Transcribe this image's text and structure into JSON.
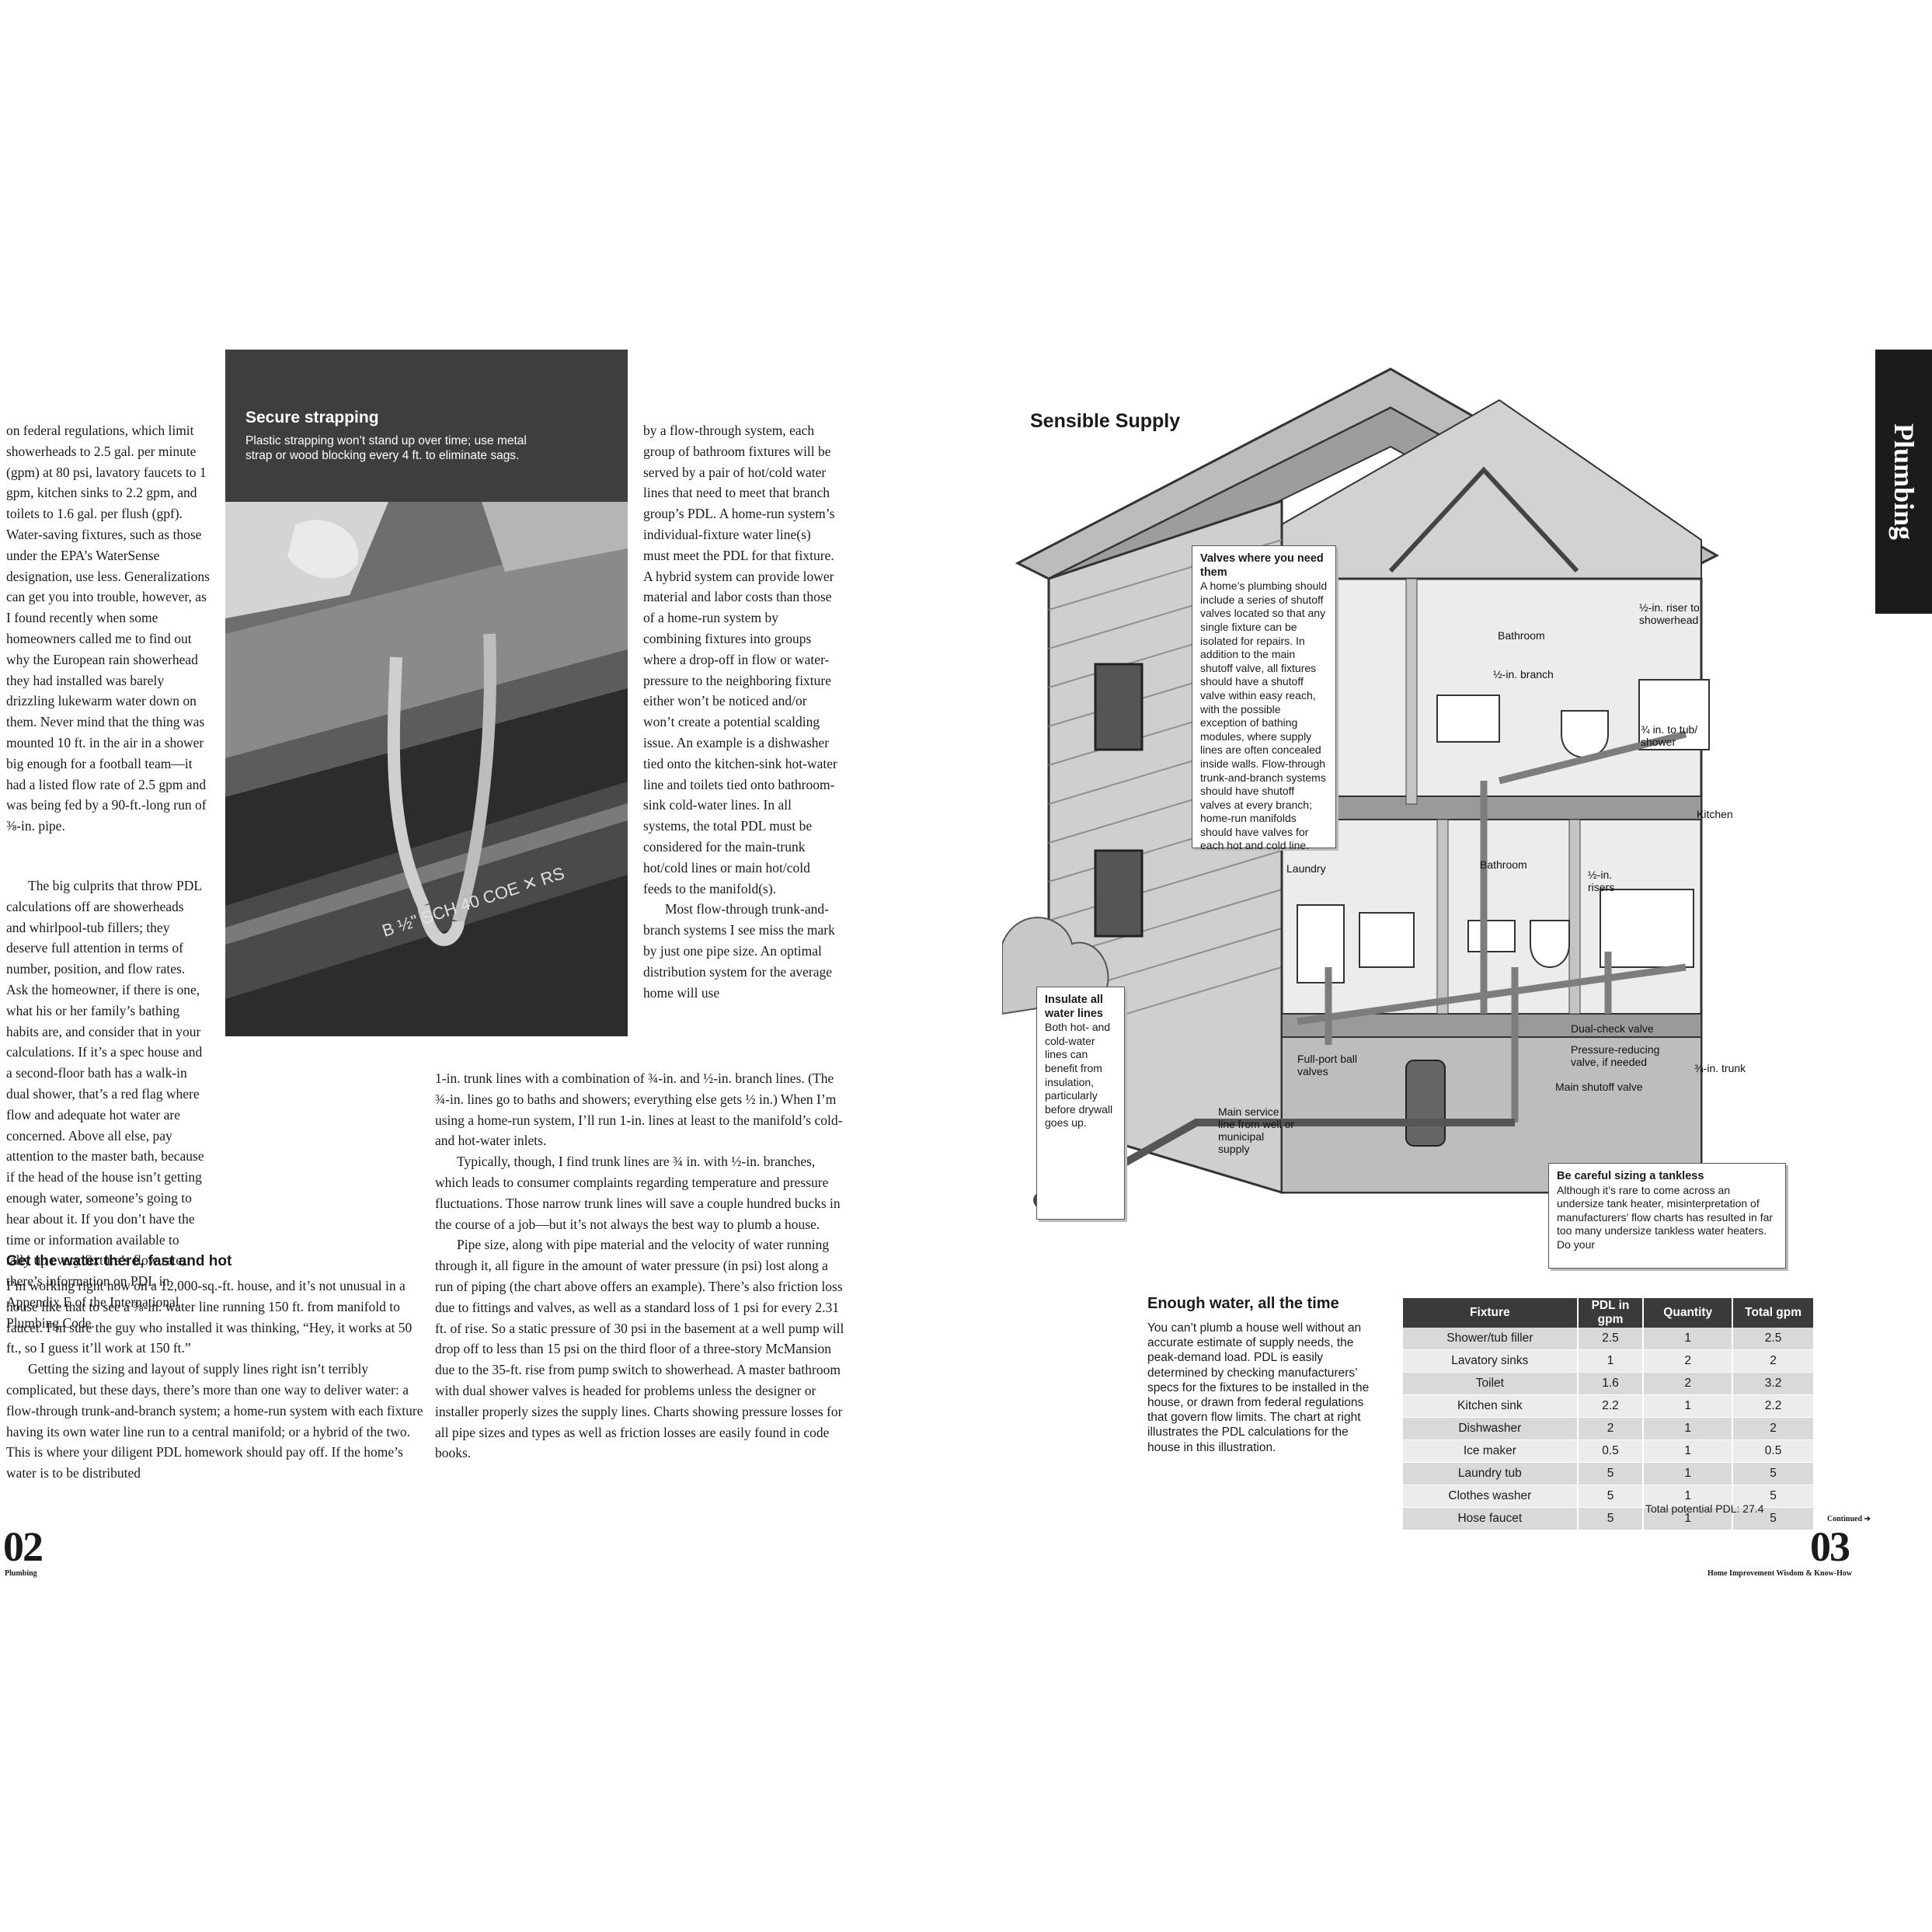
{
  "left_page": {
    "col1": [
      "on federal regulations, which limit showerheads to 2.5 gal. per minute (gpm) at 80 psi, lavatory faucets to 1 gpm, kitchen sinks to 2.2 gpm, and toilets to 1.6 gal. per flush (gpf). Water-saving fixtures, such as those under the EPA’s WaterSense designation, use less. Generalizations can get you into trouble, however, as I found recently when some homeowners called me to find out why the European rain showerhead they had installed was barely drizzling lukewarm water down on them. Never mind that the thing was mounted 10 ft. in the air in a shower big enough for a football team—it had a listed flow rate of 2.5 gpm and was being fed by a 90-ft.-long run of ⅜-in. pipe.",
      "The big culprits that throw PDL calculations off are showerheads and whirlpool-tub fillers; they deserve full attention in terms of number, position, and flow rates. Ask the homeowner, if there is one, what his or her family’s bathing habits are, and consider that in your calculations. If it’s a spec house and a second-floor bath has a walk-in dual shower, that’s a red flag where flow and adequate hot water are concerned. Above all else, pay attention to the master bath, because if the head of the house isn’t getting enough water, someone’s going to hear about it. If you don’t have the time or information available to tally up every fixture’s flow rate, there’s information on PDL in Appendix E of the International Plumbing Code."
    ],
    "subhead": "Get the water there, fast and hot",
    "col1b": [
      "I’m working right now on a 12,000-sq.-ft. house, and it’s not unusual in a house like that to see a ⅜-in. water line running 150 ft. from manifold to faucet. I’m sure the guy who installed it was thinking, “Hey, it works at 50 ft., so I guess it’ll work at 150 ft.”",
      "Getting the sizing and layout of supply lines right isn’t terribly complicated, but these days, there’s more than one way to deliver water: a flow-through trunk-and-branch system; a home-run system with each fixture having its own water line run to a central manifold; or a hybrid of the two. This is where your diligent PDL homework should pay off. If the home’s water is to be distributed"
    ],
    "col2": [
      "by a flow-through system, each group of bathroom fixtures will be served by a pair of hot/cold water lines that need to meet that branch group’s PDL. A home-run system’s individual-fixture water line(s) must meet the PDL for that fixture. A hybrid system can provide lower material and labor costs than those of a home-run system by combining fixtures into groups where a drop-off in flow or water-pressure to the neighboring fixture either won’t be noticed and/or won’t create a potential scalding issue. An example is a dishwasher tied onto the kitchen-sink hot-water line and toilets tied onto bathroom-sink cold-water lines. In all systems, the total PDL must be considered for the main-trunk hot/cold lines or main hot/cold feeds to the manifold(s).",
      "Most flow-through trunk-and-branch systems I see miss the mark by just one pipe size. An optimal distribution system for the average home will use"
    ],
    "col2b": [
      "1-in. trunk lines with a combination of ¾-in. and ½-in. branch lines. (The ¾-in. lines go to baths and showers; everything else gets ½ in.) When I’m using a home-run system, I’ll run 1-in. lines at least to the manifold’s cold- and hot-water inlets.",
      "Typically, though, I find trunk lines are ¾ in. with ½-in. branches, which leads to consumer complaints regarding temperature and pressure fluctuations. Those narrow trunk lines will save a couple hundred bucks in the course of a job—but it’s not always the best way to plumb a house.",
      "Pipe size, along with pipe material and the velocity of water running through it, all figure in the amount of water pressure (in psi) lost along a run of piping (the chart above offers an example). There’s also friction loss due to fittings and valves, as well as a standard loss of 1 psi for every 2.31 ft. of rise. So a static pressure of 30 psi in the basement at a well pump will drop off to less than 15 psi on the third floor of a three-story McMansion due to the 35-ft. rise from pump switch to showerhead. A master bathroom with dual shower valves is headed for problems unless the designer or installer properly sizes the supply lines. Charts showing pressure losses for all pipe sizes and types as well as friction losses are easily found in code books."
    ],
    "sidebar": {
      "title": "Secure strapping",
      "caption": "Plastic strapping won’t stand up over time; use metal strap or wood blocking every 4 ft. to eliminate sags.",
      "pipe_print": "B ½\" SCH 40 COE ✕ RS"
    },
    "folio": "02",
    "folio_label": "Plumbing"
  },
  "right_page": {
    "tab": "Plumbing",
    "figure_title": "Sensible Supply",
    "callouts": {
      "valves_title": "Valves where you need them",
      "valves_text": "A home’s plumbing should include a series of shutoff valves located so that any single fixture can be isolated for repairs. In addition to the main shutoff valve, all fixtures should have a shutoff valve within easy reach, with the possible exception of bathing modules, where supply lines are often concealed inside walls. Flow-through trunk-and-branch systems should have shutoff valves at every branch; home-run manifolds should have valves for each hot and cold line.",
      "insulate_title": "Insulate all water lines",
      "insulate_text": "Both hot- and cold-water lines can benefit from insulation, particularly before drywall goes up.",
      "tankless_title": "Be careful sizing a tankless",
      "tankless_text": "Although it’s rare to come across an undersize tank heater, misinterpretation of manufacturers’ flow charts has resulted in far too many undersize tankless water heaters. Do your"
    },
    "labels": {
      "bathroom_up": "Bathroom",
      "half_branch": "½-in. branch",
      "riser_shower": "½-in. riser to showerhead",
      "tub_shower": "¾ in. to tub/ shower",
      "kitchen": "Kitchen",
      "laundry": "Laundry",
      "bathroom_down": "Bathroom",
      "risers": "½-in. risers",
      "dual_check": "Dual-check valve",
      "pressure_reducing": "Pressure-reducing valve, if needed",
      "trunk": "¾-in. trunk",
      "main_shutoff": "Main shutoff valve",
      "full_port": "Full-port ball valves",
      "main_service": "Main service line from well or municipal supply"
    },
    "enough_title": "Enough water, all the time",
    "enough_text": "You can’t plumb a house well without an accurate estimate of supply needs, the peak-demand load. PDL is easily determined by checking manufacturers’ specs for the fixtures to be installed in the house, or drawn from federal regulations that govern flow limits. The chart at right illustrates the PDL calculations for the house in this illustration.",
    "table": {
      "headers": [
        "Fixture",
        "PDL in gpm",
        "Quantity",
        "Total gpm"
      ],
      "rows": [
        [
          "Shower/tub filler",
          "2.5",
          "1",
          "2.5"
        ],
        [
          "Lavatory sinks",
          "1",
          "2",
          "2"
        ],
        [
          "Toilet",
          "1.6",
          "2",
          "3.2"
        ],
        [
          "Kitchen sink",
          "2.2",
          "1",
          "2.2"
        ],
        [
          "Dishwasher",
          "2",
          "1",
          "2"
        ],
        [
          "Ice maker",
          "0.5",
          "1",
          "0.5"
        ],
        [
          "Laundry tub",
          "5",
          "1",
          "5"
        ],
        [
          "Clothes washer",
          "5",
          "1",
          "5"
        ],
        [
          "Hose faucet",
          "5",
          "1",
          "5"
        ]
      ],
      "total": "Total potential PDL: 27.4"
    },
    "continued": "Continued ➔",
    "folio": "03",
    "folio_label": "Home Improvement Wisdom & Know-How"
  }
}
